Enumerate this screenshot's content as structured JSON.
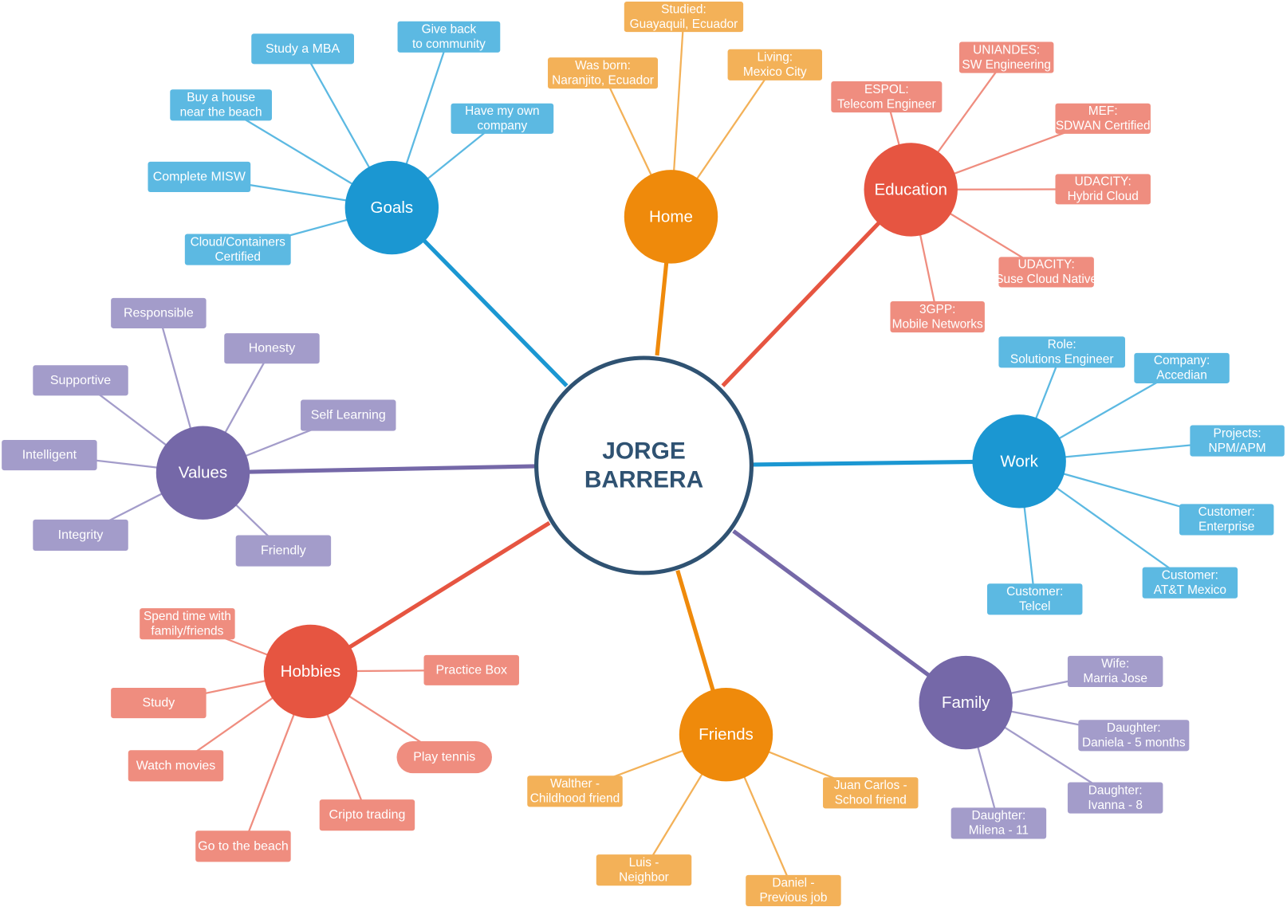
{
  "center": {
    "lines": [
      "JORGE",
      "BARRERA"
    ],
    "color": "#2f5272"
  },
  "branches": [
    {
      "id": "goals",
      "label": "Goals",
      "color": "#1b97d2",
      "leaf_color": "#5cb9e2",
      "leaves": [
        {
          "lines": [
            "Study a MBA"
          ]
        },
        {
          "lines": [
            "Give back",
            "to community"
          ]
        },
        {
          "lines": [
            "Buy a house",
            "near the beach"
          ]
        },
        {
          "lines": [
            "Have my own",
            "company"
          ]
        },
        {
          "lines": [
            "Complete MISW"
          ]
        },
        {
          "lines": [
            "Cloud/Containers",
            "Certified"
          ]
        }
      ]
    },
    {
      "id": "home",
      "label": "Home",
      "color": "#ef8a0b",
      "leaf_color": "#f3b158",
      "leaves": [
        {
          "lines": [
            "Studied:",
            "Guayaquil, Ecuador"
          ]
        },
        {
          "lines": [
            "Was born:",
            "Naranjito, Ecuador"
          ]
        },
        {
          "lines": [
            "Living:",
            "Mexico City"
          ]
        }
      ]
    },
    {
      "id": "education",
      "label": "Education",
      "color": "#e65541",
      "leaf_color": "#ef8d7f",
      "leaves": [
        {
          "lines": [
            "UNIANDES:",
            "SW Engineering"
          ]
        },
        {
          "lines": [
            "ESPOL:",
            "Telecom Engineer"
          ]
        },
        {
          "lines": [
            "MEF:",
            "SDWAN Certified"
          ]
        },
        {
          "lines": [
            "UDACITY:",
            "Hybrid Cloud"
          ]
        },
        {
          "lines": [
            "UDACITY:",
            "Suse Cloud Native"
          ]
        },
        {
          "lines": [
            "3GPP:",
            "Mobile Networks"
          ]
        }
      ]
    },
    {
      "id": "work",
      "label": "Work",
      "color": "#1b97d2",
      "leaf_color": "#5cb9e2",
      "leaves": [
        {
          "lines": [
            "Role:",
            "Solutions Engineer"
          ]
        },
        {
          "lines": [
            "Company:",
            "Accedian"
          ]
        },
        {
          "lines": [
            "Projects:",
            "NPM/APM"
          ]
        },
        {
          "lines": [
            "Customer:",
            "Enterprise"
          ]
        },
        {
          "lines": [
            "Customer:",
            "AT&T Mexico"
          ]
        },
        {
          "lines": [
            "Customer:",
            "Telcel"
          ]
        }
      ]
    },
    {
      "id": "family",
      "label": "Family",
      "color": "#7568a8",
      "leaf_color": "#a39cca",
      "leaves": [
        {
          "lines": [
            "Wife:",
            "Marria Jose"
          ]
        },
        {
          "lines": [
            "Daughter:",
            "Daniela - 5 months"
          ]
        },
        {
          "lines": [
            "Daughter:",
            "Ivanna - 8"
          ]
        },
        {
          "lines": [
            "Daughter:",
            "Milena - 11"
          ]
        }
      ]
    },
    {
      "id": "friends",
      "label": "Friends",
      "color": "#ef8a0b",
      "leaf_color": "#f3b158",
      "leaves": [
        {
          "lines": [
            "Walther -",
            "Childhood friend"
          ]
        },
        {
          "lines": [
            "Juan Carlos -",
            "School friend"
          ]
        },
        {
          "lines": [
            "Luis -",
            "Neighbor"
          ]
        },
        {
          "lines": [
            "Daniel -",
            "Previous job"
          ]
        }
      ]
    },
    {
      "id": "hobbies",
      "label": "Hobbies",
      "color": "#e65541",
      "leaf_color": "#ef8d7f",
      "leaves": [
        {
          "lines": [
            "Spend time with",
            "family/friends"
          ]
        },
        {
          "lines": [
            "Practice Box"
          ]
        },
        {
          "lines": [
            "Study"
          ]
        },
        {
          "lines": [
            "Play tennis"
          ]
        },
        {
          "lines": [
            "Watch movies"
          ]
        },
        {
          "lines": [
            "Cripto trading"
          ]
        },
        {
          "lines": [
            "Go to the beach"
          ]
        }
      ]
    },
    {
      "id": "values",
      "label": "Values",
      "color": "#7568a8",
      "leaf_color": "#a39cca",
      "leaves": [
        {
          "lines": [
            "Responsible"
          ]
        },
        {
          "lines": [
            "Honesty"
          ]
        },
        {
          "lines": [
            "Supportive"
          ]
        },
        {
          "lines": [
            "Self Learning"
          ]
        },
        {
          "lines": [
            "Intelligent"
          ]
        },
        {
          "lines": [
            "Integrity"
          ]
        },
        {
          "lines": [
            "Friendly"
          ]
        }
      ]
    }
  ]
}
